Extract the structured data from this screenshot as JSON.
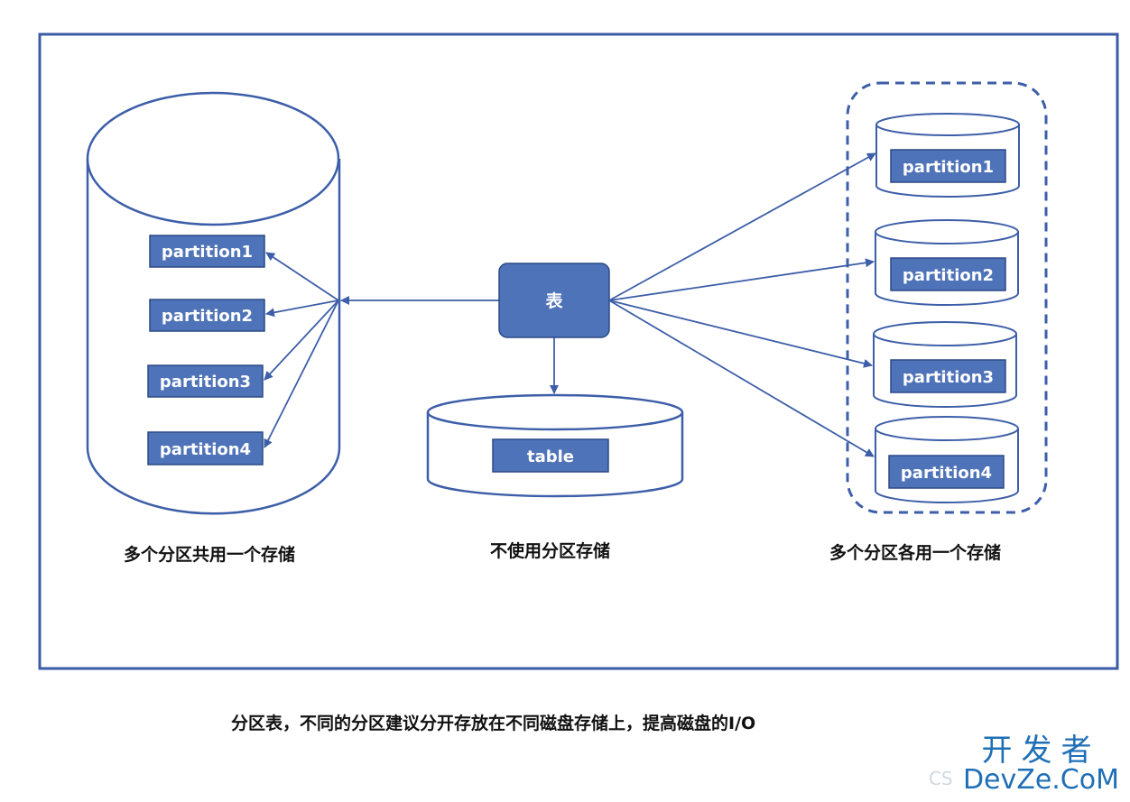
{
  "diagram": {
    "left_group": {
      "partitions": [
        "partition1",
        "partition2",
        "partition3",
        "partition4"
      ],
      "caption": "多个分区共用一个存储"
    },
    "center": {
      "table_node": "表",
      "storage_label": "table",
      "caption": "不使用分区存储"
    },
    "right_group": {
      "partitions": [
        "partition1",
        "partition2",
        "partition3",
        "partition4"
      ],
      "caption": "多个分区各用一个存储"
    },
    "footer": "分区表，不同的分区建议分开存放在不同磁盘存储上，提高磁盘的I/O"
  },
  "watermark": {
    "line1": "开发者",
    "line2": "DevZe.CoM",
    "prefix": "CS"
  },
  "colors": {
    "frame": "#3a5ba6",
    "box_fill": "#4f73b8",
    "box_stroke": "#2b4a86",
    "line": "#3d5ea8",
    "watermark": "#1f6fb6"
  }
}
